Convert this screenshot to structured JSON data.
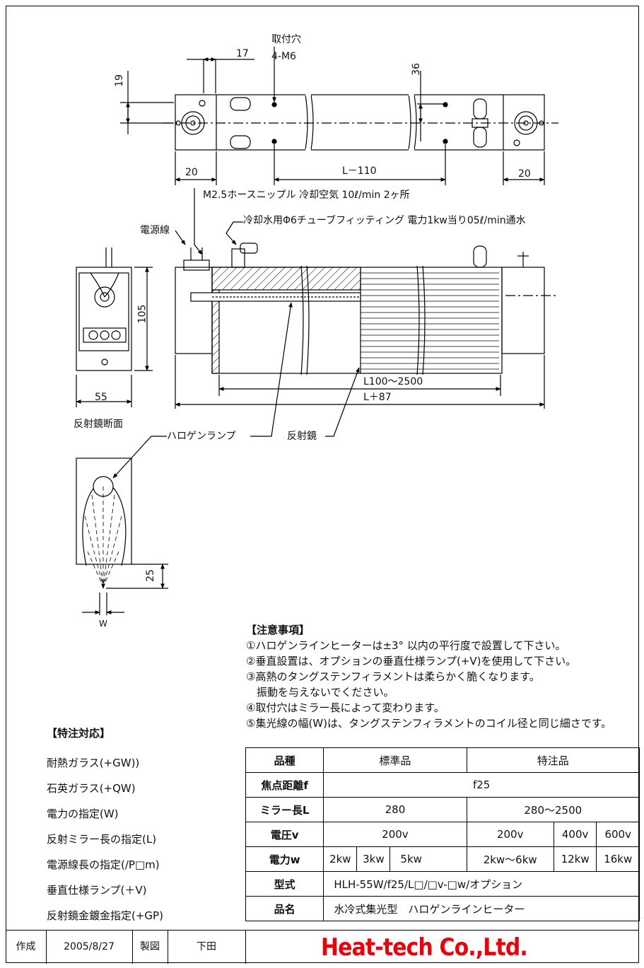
{
  "dimensions": {
    "mount_hole_title": "取付穴",
    "mount_hole_spec": "4-M6",
    "d17": "17",
    "d19": "19",
    "d36": "36",
    "d20_left": "20",
    "d20_right": "20",
    "l_minus_110": "L－110",
    "d105": "105",
    "d55": "55",
    "l_range": "L100～2500",
    "l_plus_87": "L＋87",
    "d25": "25",
    "w": "W"
  },
  "labels": {
    "hose_nipple": "M2.5ホースニップル 冷却空気 10ℓ/min 2ヶ所",
    "power_cable": "電源線",
    "tube_fitting": "冷却水用Φ6チューブフィッティング 電力1kw当り05ℓ/min通水",
    "reflector_section": "反射鏡断面",
    "halogen_lamp": "ハロゲンランプ",
    "reflector": "反射鏡"
  },
  "notes": {
    "title": "【注意事項】",
    "items": [
      "①ハロゲンラインヒーターは±3° 以内の平行度で設置して下さい。",
      "②垂直設置は、オプションの垂直仕様ランプ(+V)を使用して下さい。",
      "③高熱のタングステンフィラメントは柔らかく脆くなります。",
      "　振動を与えないでください。",
      "④取付穴はミラー長によって変わります。",
      "⑤集光線の幅(W)は、タングステンフィラメントのコイル径と同じ細さです。"
    ]
  },
  "special_order": {
    "title": "【特注対応】",
    "items": [
      "耐熱ガラス(+GW))",
      "石英ガラス(+QW)",
      "電力の指定(W)",
      "反射ミラー長の指定(L)",
      "電源線長の指定(/P□m)",
      "垂直仕様ランプ(＋V)",
      "反射鏡金鍍金指定(+GP)"
    ]
  },
  "spec_table": {
    "h_type": "品種",
    "standard": "標準品",
    "special": "特注品",
    "h_focal": "焦点距離f",
    "focal": "f25",
    "h_mirror": "ミラー長L",
    "mirror_std": "280",
    "mirror_sp": "280～2500",
    "h_voltage": "電圧v",
    "v_std": "200v",
    "v_sp1": "200v",
    "v_sp2": "400v",
    "v_sp3": "600v",
    "h_power": "電力w",
    "p1": "2kw",
    "p2": "3kw",
    "p3": "5kw",
    "p4": "2kw～6kw",
    "p5": "12kw",
    "p6": "16kw",
    "h_model": "型式",
    "model": "HLH-55W/f25/L□/□v-□w/オプション",
    "h_name": "品名",
    "name": "水冷式集光型　ハロゲンラインヒーター"
  },
  "footer": {
    "created_label": "作成",
    "date": "2005/8/27",
    "drawn_label": "製図",
    "drafter": "下田",
    "brand": "Heat-tech Co.,Ltd."
  }
}
